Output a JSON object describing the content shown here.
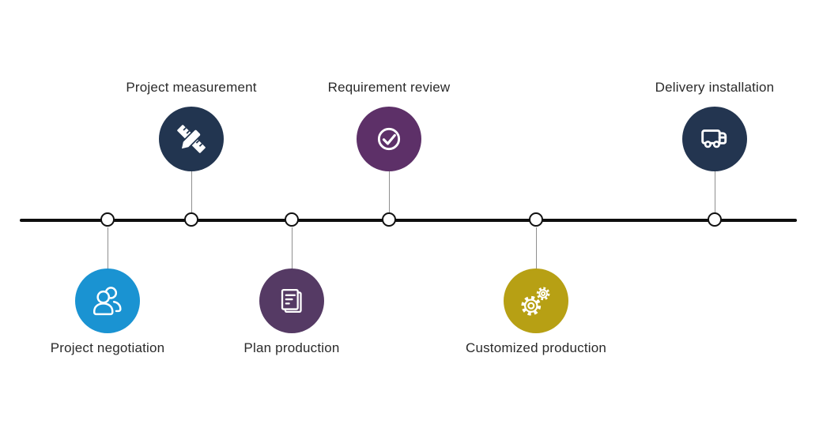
{
  "diagram": {
    "type": "process-timeline",
    "axis_color": "#0e0e0e",
    "node_fill": "#ffffff",
    "node_border": "#101010",
    "connector_color": "#8f8f8f",
    "icon_stroke": "#ffffff"
  },
  "steps": [
    {
      "label": "Project negotiation",
      "icon": "people-icon",
      "color": "#1a93d2",
      "side": "below"
    },
    {
      "label": "Project measurement",
      "icon": "ruler-pencil-icon",
      "color": "#223550",
      "side": "above"
    },
    {
      "label": "Plan production",
      "icon": "document-icon",
      "color": "#553a64",
      "side": "below"
    },
    {
      "label": "Requirement review",
      "icon": "check-icon",
      "color": "#5d3068",
      "side": "above"
    },
    {
      "label": "Customized production",
      "icon": "gears-icon",
      "color": "#b7a014",
      "side": "below"
    },
    {
      "label": "Delivery installation",
      "icon": "truck-icon",
      "color": "#233550",
      "side": "above"
    }
  ]
}
